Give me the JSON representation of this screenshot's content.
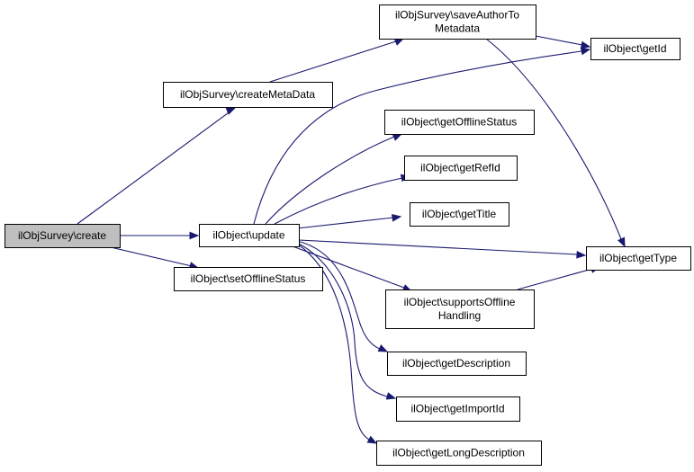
{
  "colors": {
    "box_fill": "#ffffff",
    "highlight_fill": "#bfbfbf",
    "edge": "#191970",
    "border": "#000000"
  },
  "nodes": {
    "create": {
      "lines": [
        "ilObjSurvey\\create"
      ],
      "highlight": true
    },
    "createMetaData": {
      "lines": [
        "ilObjSurvey\\createMetaData"
      ]
    },
    "saveAuthor": {
      "lines": [
        "ilObjSurvey\\saveAuthorTo",
        "Metadata"
      ]
    },
    "getId": {
      "lines": [
        "ilObject\\getId"
      ]
    },
    "update": {
      "lines": [
        "ilObject\\update"
      ]
    },
    "setOfflineStatus": {
      "lines": [
        "ilObject\\setOfflineStatus"
      ]
    },
    "getOfflineStatus": {
      "lines": [
        "ilObject\\getOfflineStatus"
      ]
    },
    "getRefId": {
      "lines": [
        "ilObject\\getRefId"
      ]
    },
    "getTitle": {
      "lines": [
        "ilObject\\getTitle"
      ]
    },
    "getType": {
      "lines": [
        "ilObject\\getType"
      ]
    },
    "supportsOffline": {
      "lines": [
        "ilObject\\supportsOffline",
        "Handling"
      ]
    },
    "getDescription": {
      "lines": [
        "ilObject\\getDescription"
      ]
    },
    "getImportId": {
      "lines": [
        "ilObject\\getImportId"
      ]
    },
    "getLongDescription": {
      "lines": [
        "ilObject\\getLongDescription"
      ]
    }
  },
  "edges": [
    [
      "create",
      "createMetaData"
    ],
    [
      "create",
      "update"
    ],
    [
      "create",
      "setOfflineStatus"
    ],
    [
      "createMetaData",
      "saveAuthor"
    ],
    [
      "saveAuthor",
      "getId"
    ],
    [
      "saveAuthor",
      "getType"
    ],
    [
      "update",
      "getId"
    ],
    [
      "update",
      "getOfflineStatus"
    ],
    [
      "update",
      "getRefId"
    ],
    [
      "update",
      "getTitle"
    ],
    [
      "update",
      "getType"
    ],
    [
      "update",
      "supportsOffline"
    ],
    [
      "update",
      "getDescription"
    ],
    [
      "update",
      "getImportId"
    ],
    [
      "update",
      "getLongDescription"
    ],
    [
      "supportsOffline",
      "getType"
    ]
  ]
}
